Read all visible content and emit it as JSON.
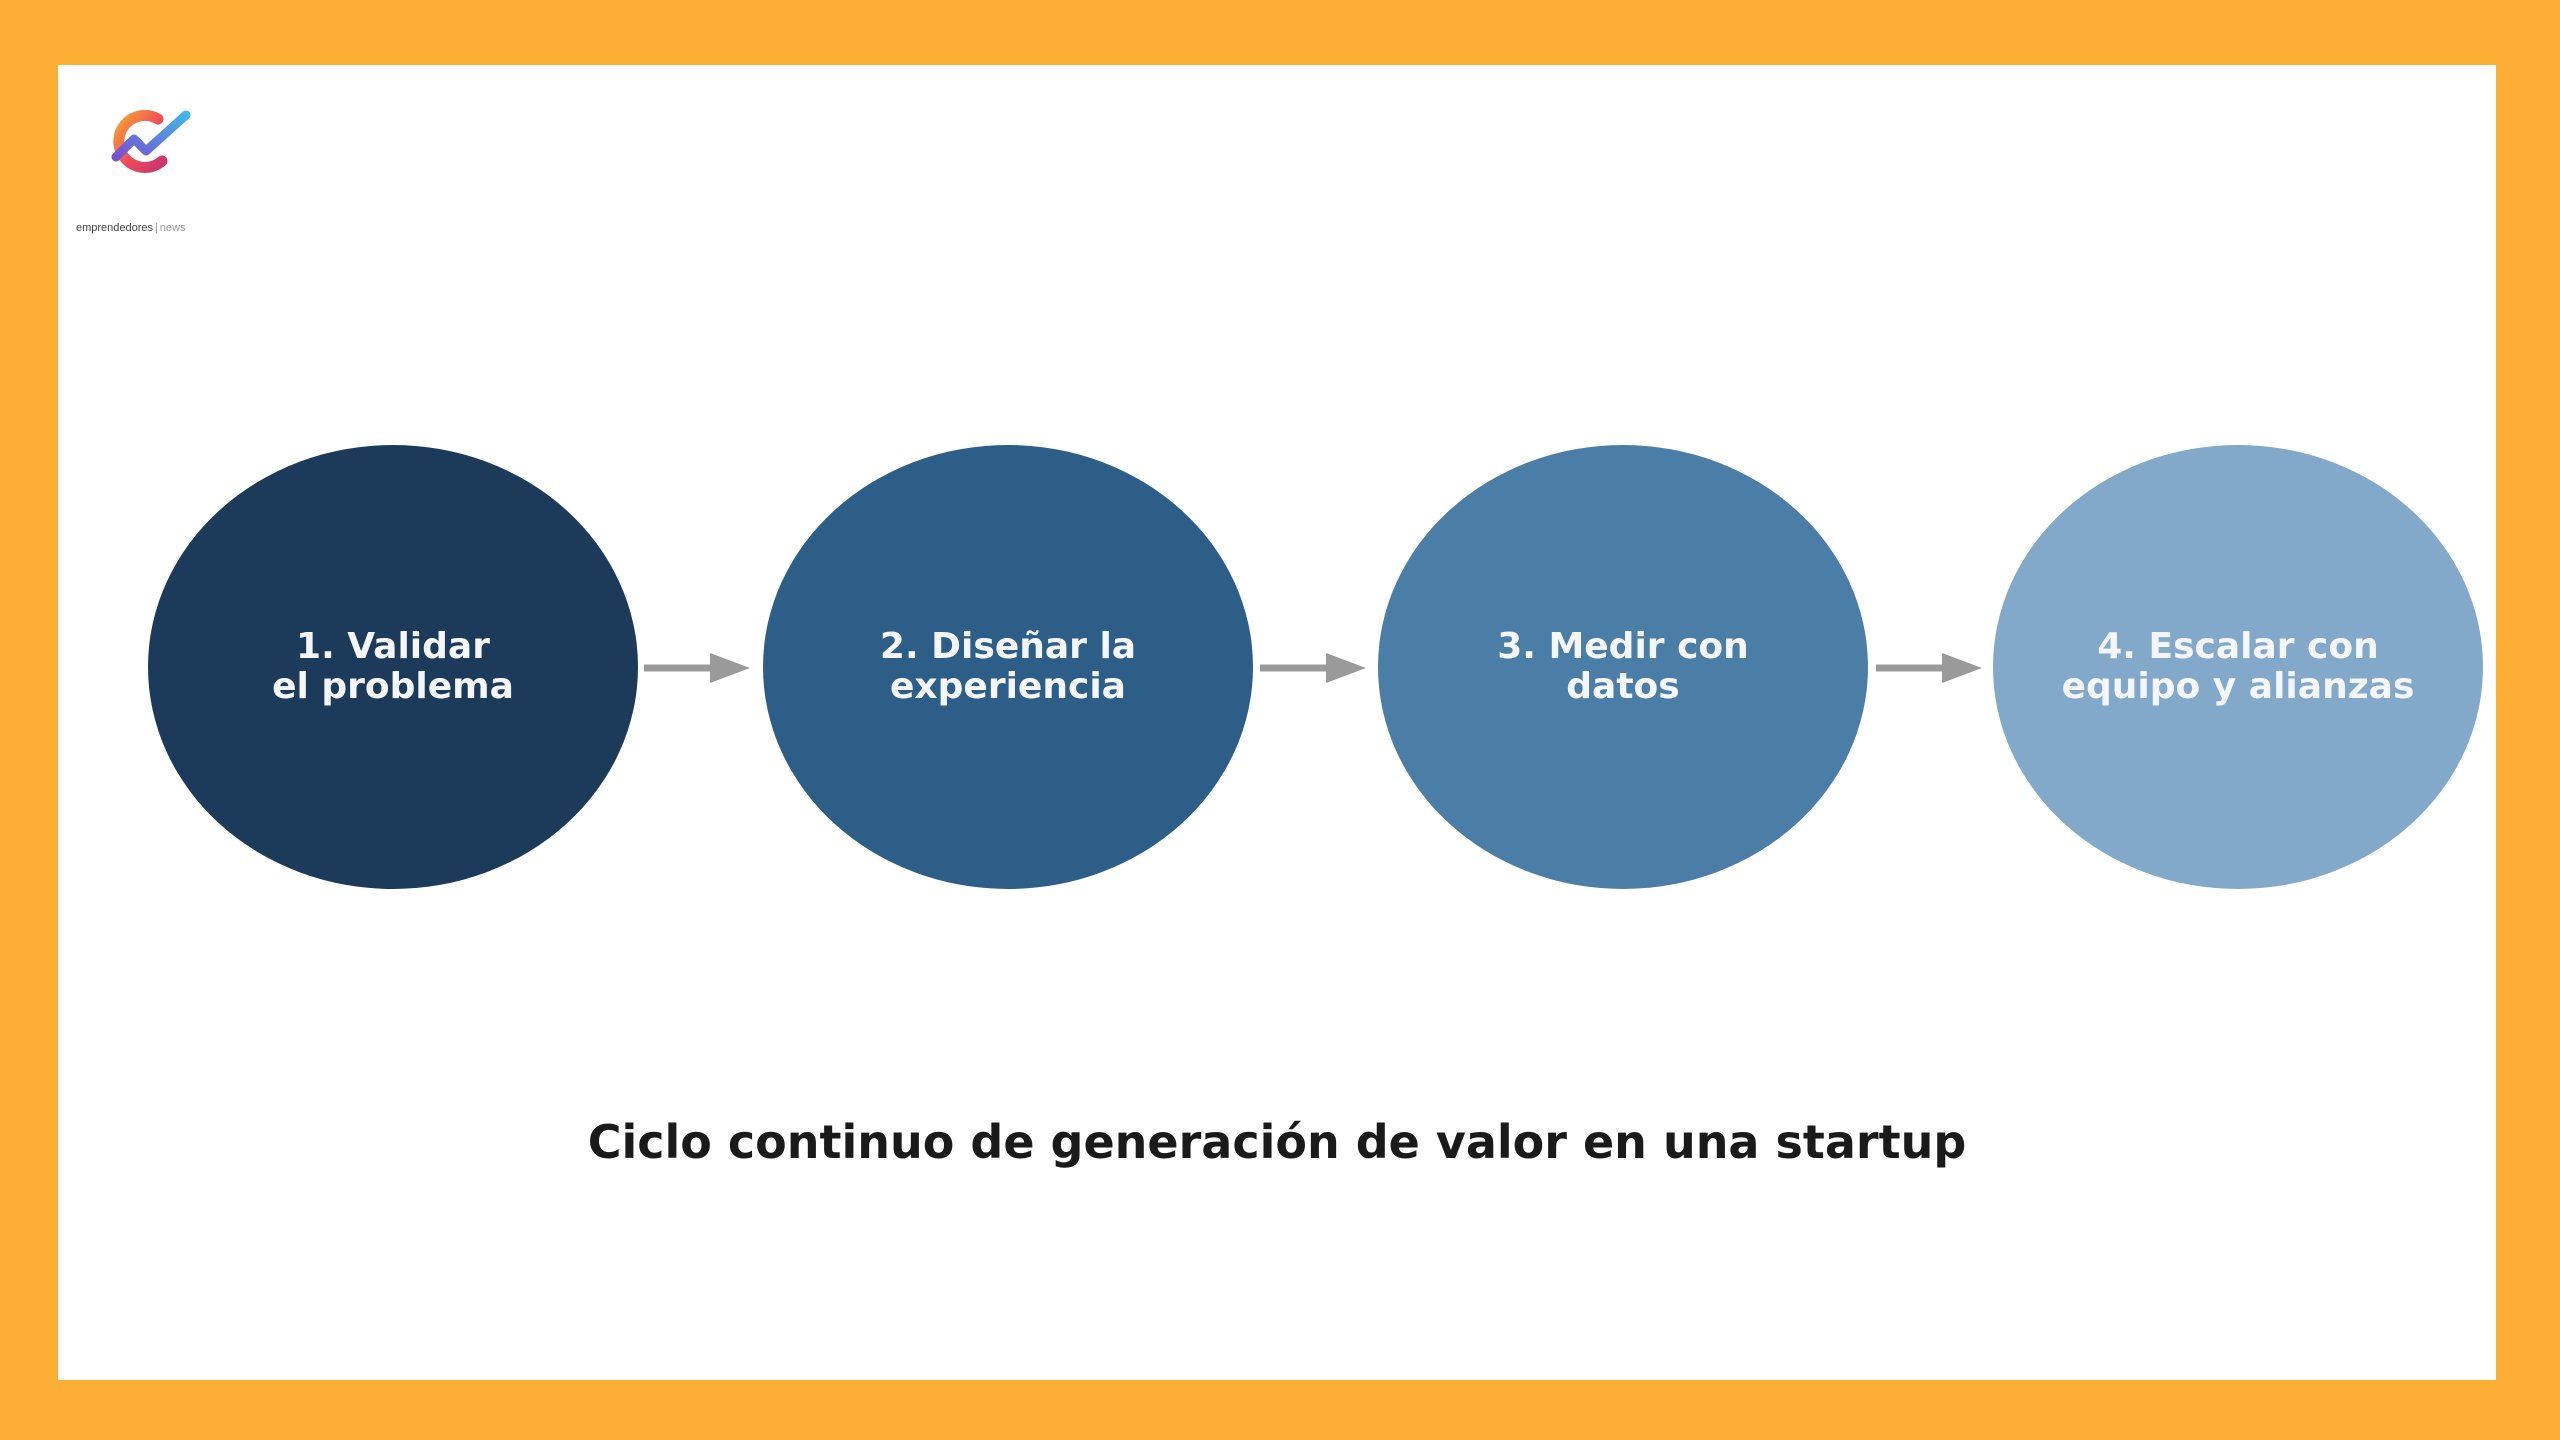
{
  "logo": {
    "brand": "emprendedores",
    "separator": "|",
    "suffix": "news"
  },
  "steps": [
    {
      "label": "1. Validar\nel problema",
      "color": "#1C3A5A"
    },
    {
      "label": "2. Diseñar la\nexperiencia",
      "color": "#2C5E88"
    },
    {
      "label": "3. Medir con\ndatos",
      "color": "#4A7EA6"
    },
    {
      "label": "4. Escalar con\nequipo y alianzas",
      "color": "#82A8CA"
    }
  ],
  "arrow_color": "#9A9A9A",
  "caption": "Ciclo continuo de generación de valor en una startup"
}
